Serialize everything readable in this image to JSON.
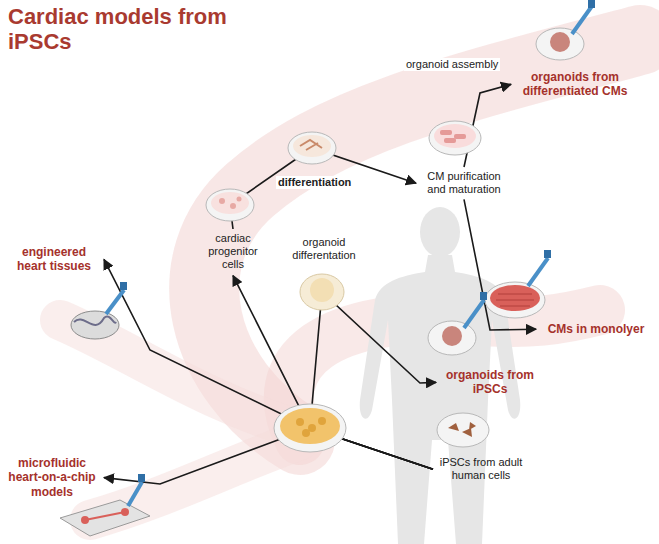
{
  "diagram": {
    "title": "Cardiac models from iPSCs",
    "nodes": [
      {
        "text": [
          "cardiac progenitor cells"
        ]
      },
      {
        "text": [
          "CM purification and maturation"
        ]
      },
      {
        "text": [
          "organoids from differentiated CMs"
        ]
      },
      {
        "text": [
          "CMs in monolyer"
        ]
      },
      {
        "text": [
          "organoids from iPSCs"
        ]
      },
      {
        "text": [
          "iPSCs from adult human cells"
        ]
      },
      {
        "text": [
          "engineered heart tissues"
        ]
      },
      {
        "text": [
          "microfluidic heart-on-a-chip models"
        ]
      }
    ],
    "edges": [
      {
        "from": 5,
        "to": 0,
        "arrow": "to"
      },
      {
        "from": 0,
        "to": 1,
        "label": "differentiation",
        "arrow": "to"
      },
      {
        "from": 1,
        "to": 2,
        "label": "organoid assembly",
        "arrow": "to"
      },
      {
        "from": 1,
        "to": 3,
        "arrow": "to"
      },
      {
        "from": 5,
        "to": 4,
        "label": "organoid differentation",
        "arrow": "to"
      },
      {
        "from": 5,
        "to": 6,
        "arrow": "to"
      },
      {
        "from": 5,
        "to": 7,
        "arrow": "to"
      }
    ]
  }
}
